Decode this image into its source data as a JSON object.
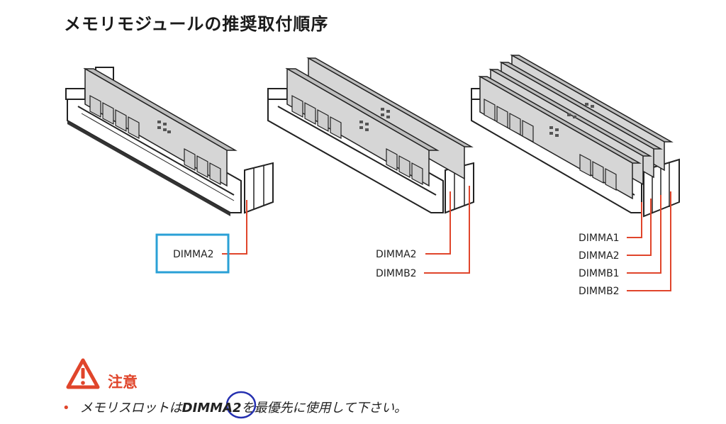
{
  "title": "メモリモジュールの推奨取付順序",
  "configs": [
    {
      "labels": [
        "DIMMA2"
      ]
    },
    {
      "labels": [
        "DIMMA2",
        "DIMMB2"
      ]
    },
    {
      "labels": [
        "DIMMA1",
        "DIMMA2",
        "DIMMB1",
        "DIMMB2"
      ]
    }
  ],
  "caution": {
    "heading": "注意",
    "text_before": "メモリスロットは",
    "text_emphasis": "DIMMA2",
    "text_after": "を最優先に使用して下さい。"
  },
  "colors": {
    "accent_red": "#e0452b",
    "highlight_box": "#2aa0d6",
    "annotation_circle": "#2530b0"
  }
}
